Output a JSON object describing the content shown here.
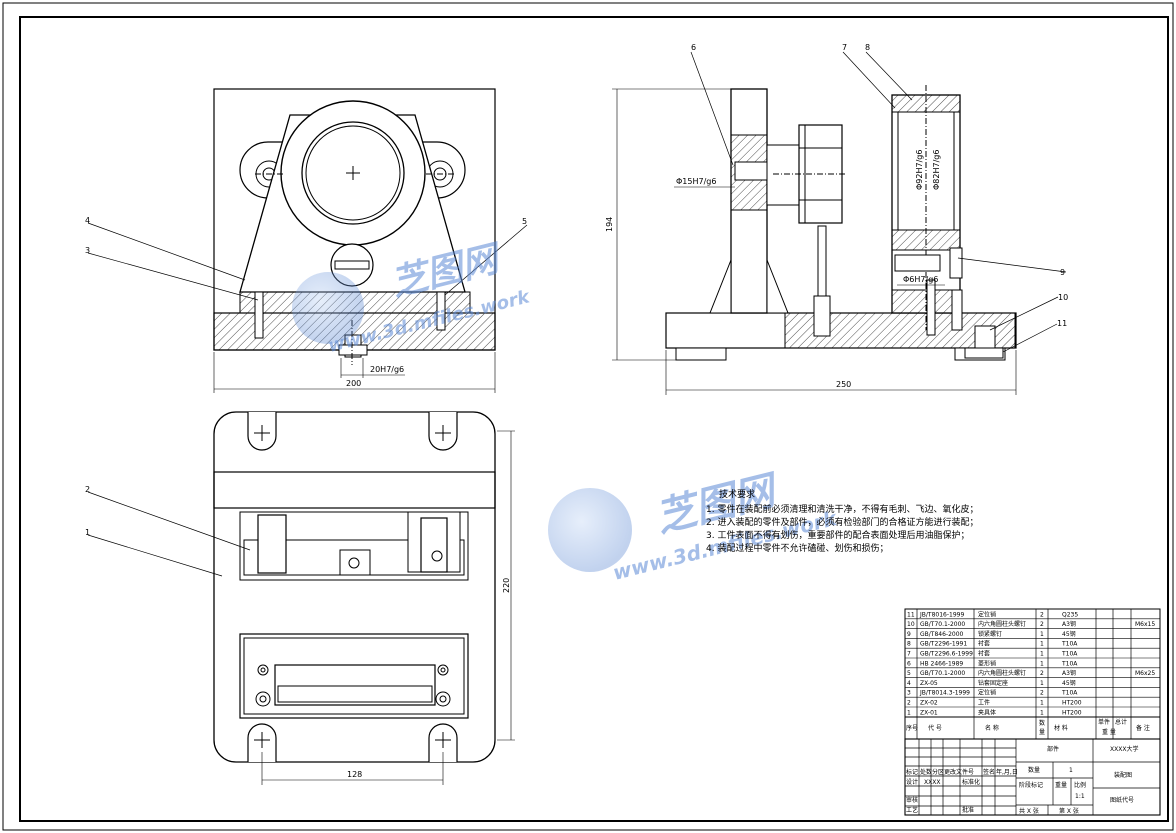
{
  "views": {
    "front": {
      "dims": {
        "width": "200",
        "fit": "20H7/g6"
      },
      "callouts": [
        "4",
        "3",
        "5"
      ]
    },
    "side": {
      "dims": {
        "height": "194",
        "length": "250",
        "fit_left": "Φ15H7/g6",
        "fit_bore1": "Φ92H7/g6",
        "fit_bore2": "Φ82H7/g6",
        "fit_pin": "Φ6H7/g6"
      },
      "callouts": [
        "6",
        "7",
        "8",
        "9",
        "10",
        "11"
      ]
    },
    "top": {
      "dims": {
        "height": "220",
        "width": "128"
      },
      "callouts": [
        "2",
        "1"
      ]
    }
  },
  "watermark": {
    "logo_text": "芝图网",
    "url": "www.3d.mfiles.work"
  },
  "tech_requirements": {
    "title": "技术要求",
    "items": [
      "1. 零件在装配前必须清理和清洗干净，不得有毛刺、飞边、氧化皮；",
      "2. 进入装配的零件及部件，必须有检验部门的合格证方能进行装配；",
      "3. 工件表面不得有划伤，重要部件的配合表面处理后用油脂保护；",
      "4. 装配过程中零件不允许磕碰、划伤和损伤；"
    ]
  },
  "bom": {
    "rows": [
      {
        "no": "11",
        "code": "JB/T8016-1999",
        "name": "定位销",
        "qty": "2",
        "material": "Q235",
        "note": ""
      },
      {
        "no": "10",
        "code": "GB/T70.1-2000",
        "name": "内六角圆柱头螺钉",
        "qty": "2",
        "material": "A3钢",
        "note": "M6x15"
      },
      {
        "no": "9",
        "code": "GB/T846-2000",
        "name": "锁紧螺钉",
        "qty": "1",
        "material": "45钢",
        "note": ""
      },
      {
        "no": "8",
        "code": "GB/T2296-1991",
        "name": "衬套",
        "qty": "1",
        "material": "T10A",
        "note": ""
      },
      {
        "no": "7",
        "code": "GB/T2296.6-1999",
        "name": "衬套",
        "qty": "1",
        "material": "T10A",
        "note": ""
      },
      {
        "no": "6",
        "code": "HB 2466-1989",
        "name": "菱形销",
        "qty": "1",
        "material": "T10A",
        "note": ""
      },
      {
        "no": "5",
        "code": "GB/T70.1-2000",
        "name": "内六角圆柱头螺钉",
        "qty": "2",
        "material": "A3钢",
        "note": "M6x25"
      },
      {
        "no": "4",
        "code": "ZX-05",
        "name": "钻套固定座",
        "qty": "1",
        "material": "45钢",
        "note": ""
      },
      {
        "no": "3",
        "code": "JB/T8014.3-1999",
        "name": "定位销",
        "qty": "2",
        "material": "T10A",
        "note": ""
      },
      {
        "no": "2",
        "code": "ZX-02",
        "name": "工件",
        "qty": "1",
        "material": "HT200",
        "note": ""
      },
      {
        "no": "1",
        "code": "ZX-01",
        "name": "夹具体",
        "qty": "1",
        "material": "HT200",
        "note": ""
      }
    ],
    "header": {
      "no": "序号",
      "code": "代    号",
      "name": "名    称",
      "qty_a": "数",
      "qty_b": "量",
      "material": "材    料",
      "unit_a": "单件",
      "total_a": "总计",
      "weight": "重    量",
      "note": "备  注"
    }
  },
  "title_block": {
    "org": "XXXX大学",
    "drawing_name": "装配图",
    "drawing_no_label": "图纸代号",
    "part_label": "部件",
    "qty_label": "数量",
    "qty_value": "1",
    "stage_label": "阶段标记",
    "weight_label": "重量",
    "scale_label": "比例",
    "scale_value": "1:1",
    "sheet_total": "共  X  张",
    "sheet_no": "第  X  张",
    "rev_labels": [
      "标记",
      "处数",
      "分区",
      "更改文件号",
      "签名",
      "年,月,日"
    ],
    "designer_label": "设计",
    "designer_value": "XXXX",
    "std_label": "标准化",
    "check_label": "审核",
    "process_label": "工艺",
    "approve_label": "批准"
  }
}
